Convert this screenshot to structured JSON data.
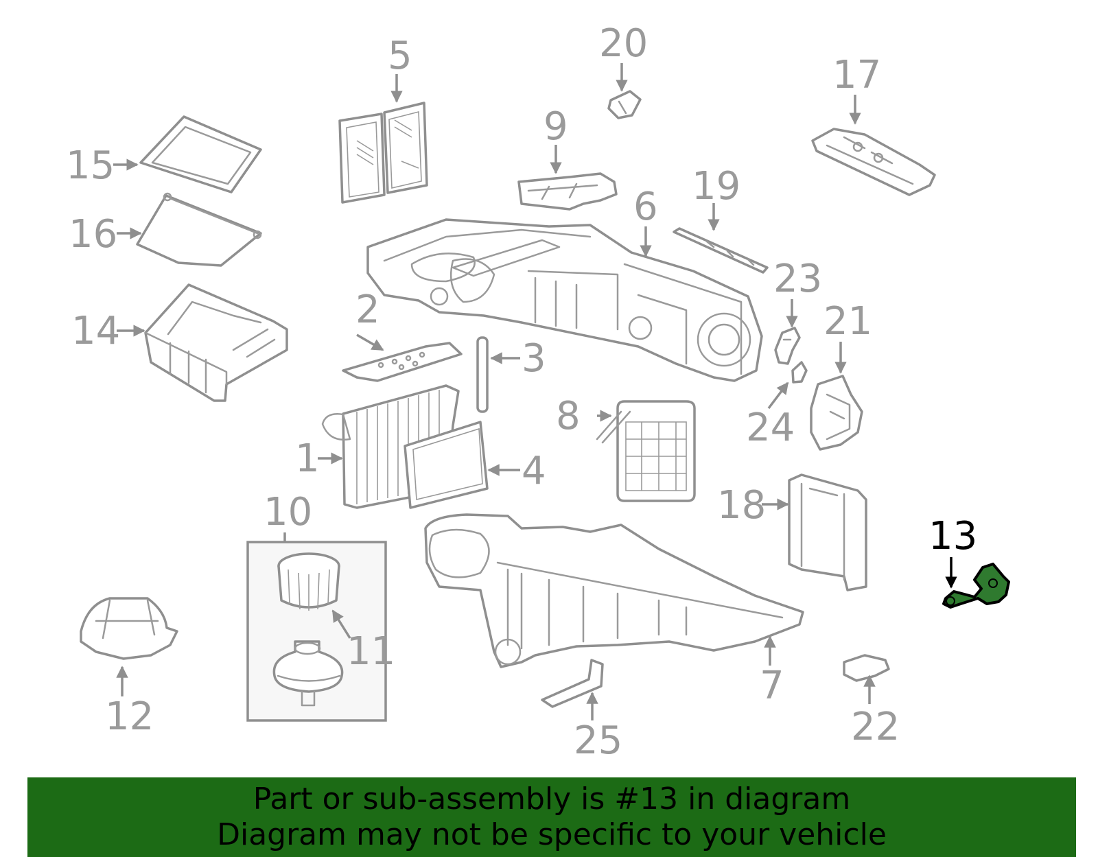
{
  "diagram": {
    "highlighted_callout": "13",
    "highlight_color": "#2f7a2f",
    "line_color": "#8f8f8f",
    "callouts": {
      "c1": "1",
      "c2": "2",
      "c3": "3",
      "c4": "4",
      "c5": "5",
      "c6": "6",
      "c7": "7",
      "c8": "8",
      "c9": "9",
      "c10": "10",
      "c11": "11",
      "c12": "12",
      "c13": "13",
      "c14": "14",
      "c15": "15",
      "c16": "16",
      "c17": "17",
      "c18": "18",
      "c19": "19",
      "c20": "20",
      "c21": "21",
      "c22": "22",
      "c23": "23",
      "c24": "24",
      "c25": "25"
    }
  },
  "banner": {
    "line1": "Part or sub-assembly is #13 in diagram",
    "line2": "Diagram may not be specific to your vehicle",
    "background": "#1c6b15"
  }
}
